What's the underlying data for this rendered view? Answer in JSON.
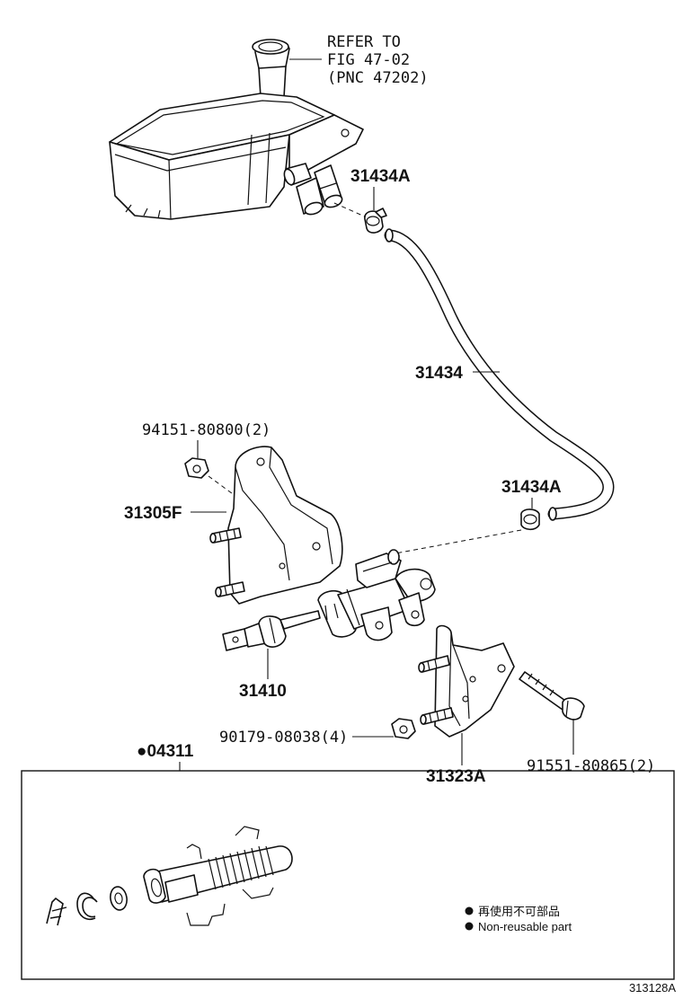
{
  "refer": {
    "line1": "REFER TO",
    "line2": "FIG 47-02",
    "line3": "(PNC 47202)"
  },
  "labels": {
    "clip_upper": "31434A",
    "hose": "31434",
    "nut_upper": "94151-80800(2)",
    "bracket_upper": "31305F",
    "clip_lower": "31434A",
    "master_cylinder": "31410",
    "nut_lower": "90179-08038(4)",
    "bracket_lower": "31323A",
    "bolt": "91551-80865(2)",
    "kit": "●04311"
  },
  "legend": {
    "line_jp": "再使用不可部品",
    "line_en": "Non-reusable part"
  },
  "diagram_code": "313128A"
}
